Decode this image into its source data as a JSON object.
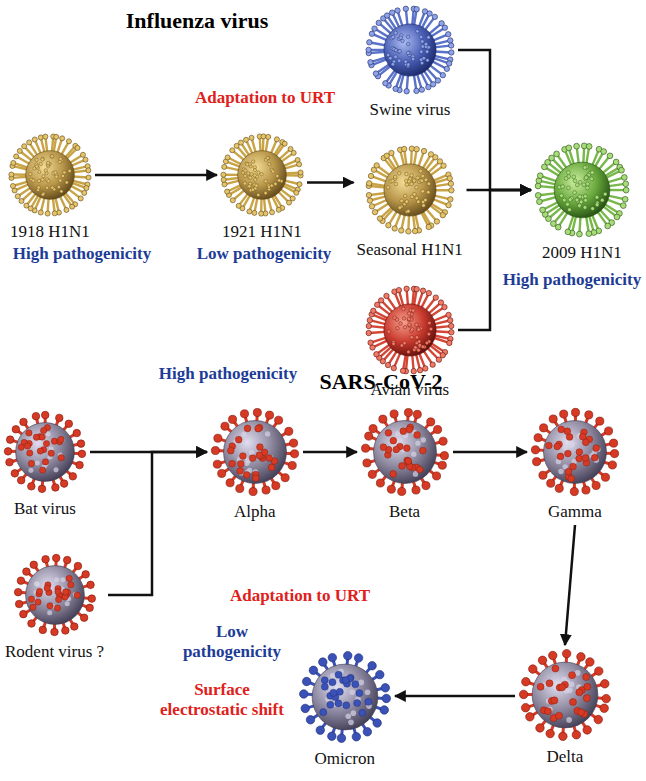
{
  "diagram": {
    "nodes": [
      {
        "text": [
          "1918 H1N1",
          "High pathogenicity"
        ]
      },
      {
        "text": [
          "Adaptation to URT",
          "1921 H1N1",
          "Low pathogenicity"
        ]
      },
      {
        "text": [
          "Swine virus"
        ]
      },
      {
        "text": [
          "Seasonal H1N1"
        ]
      },
      {
        "text": [
          "Avian virus"
        ]
      },
      {
        "text": [
          "2009 H1N1",
          "High pathogenicity"
        ]
      },
      {
        "text": [
          "Bat virus"
        ]
      },
      {
        "text": [
          "Rodent virus ?"
        ]
      },
      {
        "text": [
          "High pathogenicity",
          "Alpha"
        ]
      },
      {
        "text": [
          "Beta"
        ]
      },
      {
        "text": [
          "Gamma"
        ]
      },
      {
        "text": [
          "Delta"
        ]
      },
      {
        "text": [
          "Adaptation to URT",
          "Low pathogenicity",
          "Surface electrostatic shift",
          "Omicron"
        ]
      }
    ],
    "edges": [
      {
        "from": 0,
        "to": 1,
        "arrow": "to"
      },
      {
        "from": 1,
        "to": 3,
        "arrow": "to"
      },
      {
        "from": 2,
        "to": 5,
        "arrow": "to"
      },
      {
        "from": 3,
        "to": 5,
        "arrow": "to"
      },
      {
        "from": 4,
        "to": 5,
        "arrow": "to"
      },
      {
        "from": 6,
        "to": 8,
        "arrow": "to"
      },
      {
        "from": 7,
        "to": 8,
        "arrow": "to"
      },
      {
        "from": 8,
        "to": 9,
        "arrow": "to"
      },
      {
        "from": 9,
        "to": 10,
        "arrow": "to"
      },
      {
        "from": 10,
        "to": 11,
        "arrow": "to"
      },
      {
        "from": 11,
        "to": 12,
        "arrow": "to"
      }
    ],
    "labels": [
      "Influenza virus",
      "SARS-CoV-2"
    ]
  }
}
